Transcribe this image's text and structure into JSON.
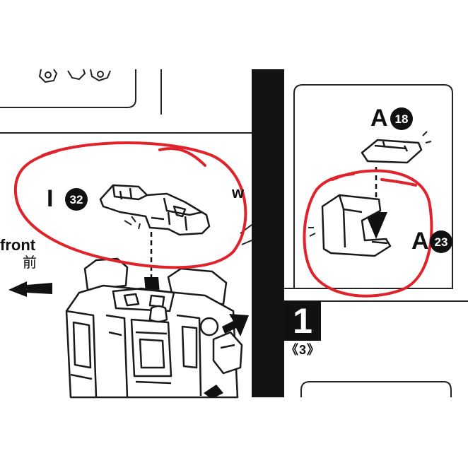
{
  "left_panel": {
    "part_label": "I",
    "part_number": "32",
    "side_label": "w",
    "direction_en": "front",
    "direction_jp": "前"
  },
  "right_panel": {
    "part_top_label": "A",
    "part_top_number": "18",
    "part_bottom_label": "A",
    "part_bottom_number": "23",
    "step_number": "1",
    "step_count": "《3》"
  },
  "colors": {
    "annotation": "#e0222b",
    "ink": "#111111",
    "divider": "#121212",
    "background": "#ffffff"
  }
}
